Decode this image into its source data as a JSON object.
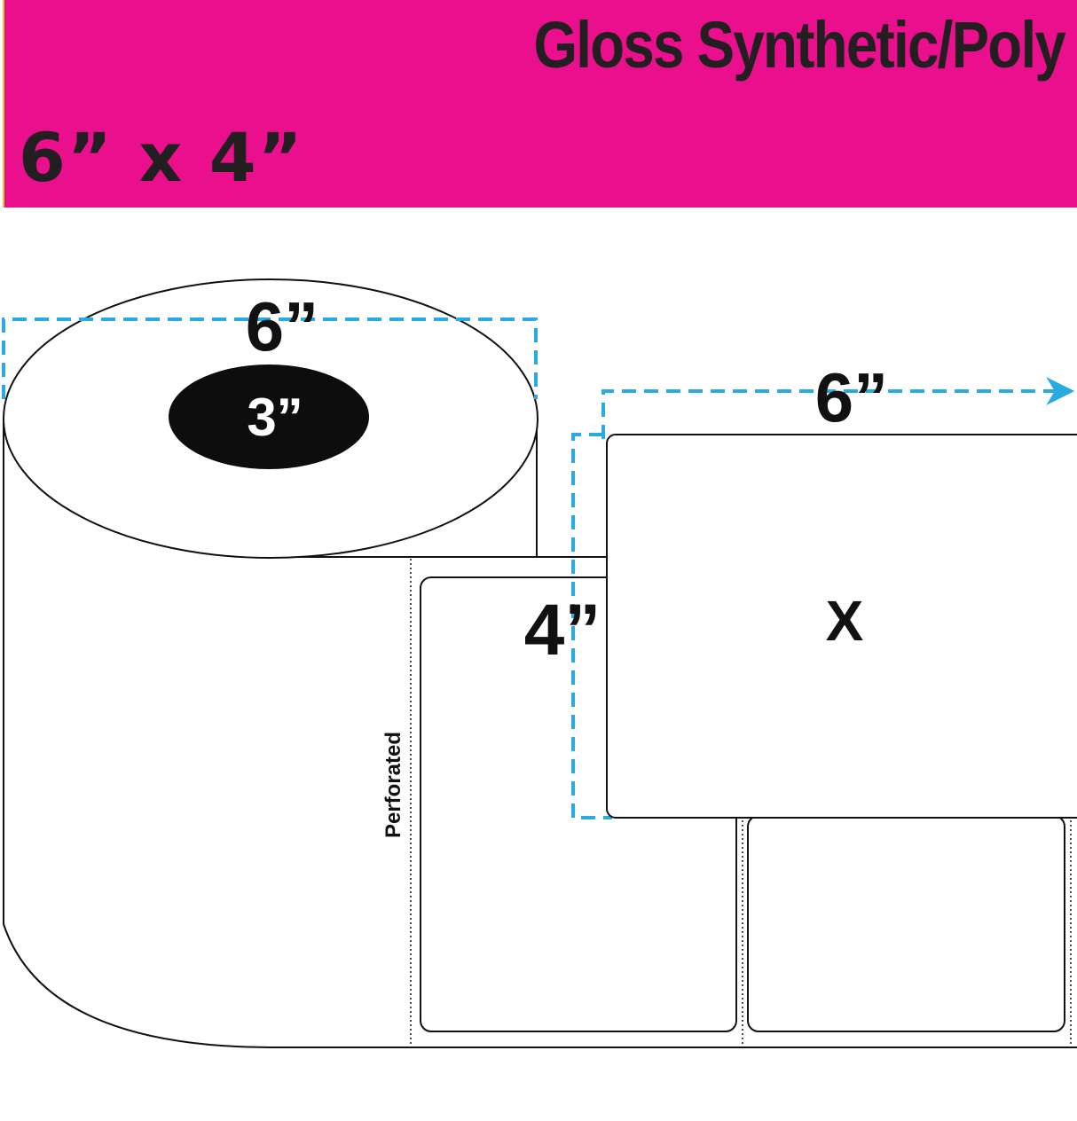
{
  "banner": {
    "title": "Gloss Synthetic/Poly",
    "size": "6” x 4”",
    "color": "#e90f8d"
  },
  "roll": {
    "width_label": "6”",
    "core_label": "3”",
    "perforation_label": "Perforated"
  },
  "label": {
    "width_label": "6”",
    "height_label": "4”",
    "mark": "X"
  },
  "dimension_color": "#29abe2"
}
